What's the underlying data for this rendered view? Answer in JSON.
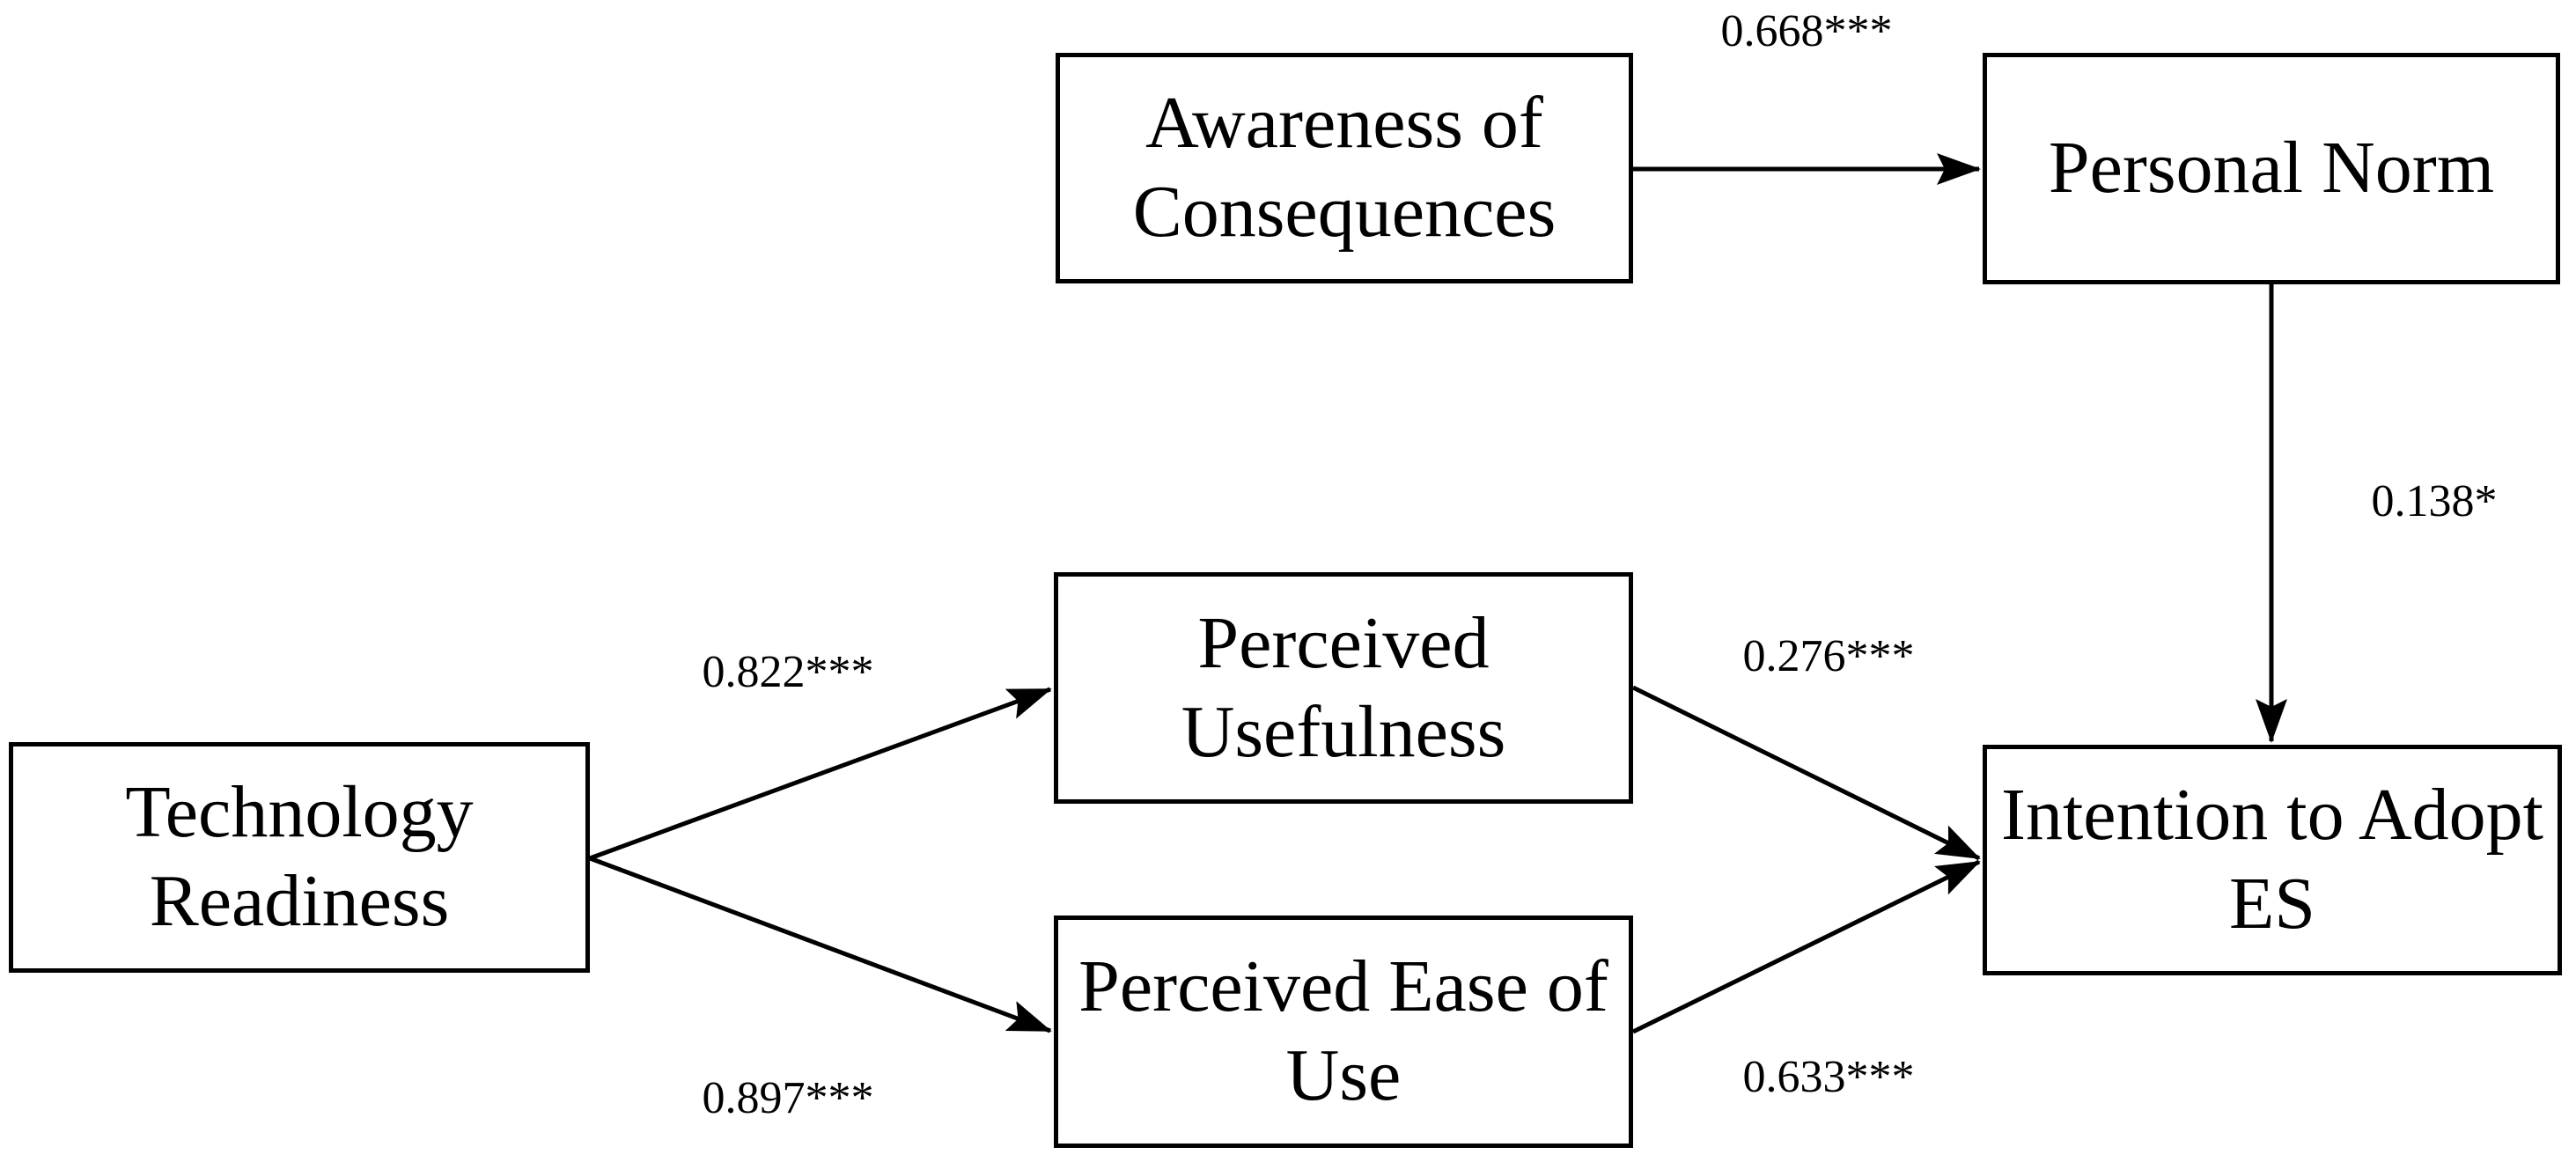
{
  "diagram": {
    "type": "structural-model-path-diagram",
    "colors": {
      "background": "#ffffff",
      "box_fill": "#ffffff",
      "line": "#000000",
      "text": "#000000"
    },
    "nodes": {
      "technology_readiness": {
        "label": "Technology\nReadiness"
      },
      "awareness_of_consequences": {
        "label": "Awareness of\nConsequences"
      },
      "personal_norm": {
        "label": "Personal Norm"
      },
      "perceived_usefulness": {
        "label": "Perceived\nUsefulness"
      },
      "perceived_ease_of_use": {
        "label": "Perceived Ease of\nUse"
      },
      "intention_to_adopt_es": {
        "label": "Intention to Adopt\nES"
      }
    },
    "edges": [
      {
        "from": "Awareness of Consequences",
        "to": "Personal Norm",
        "coefficient": "0.668***"
      },
      {
        "from": "Personal Norm",
        "to": "Intention to Adopt ES",
        "coefficient": "0.138*"
      },
      {
        "from": "Technology Readiness",
        "to": "Perceived Usefulness",
        "coefficient": "0.822***"
      },
      {
        "from": "Technology Readiness",
        "to": "Perceived Ease of Use",
        "coefficient": "0.897***"
      },
      {
        "from": "Perceived Usefulness",
        "to": "Intention to Adopt ES",
        "coefficient": "0.276***"
      },
      {
        "from": "Perceived Ease of Use",
        "to": "Intention to Adopt ES",
        "coefficient": "0.633***"
      }
    ]
  }
}
